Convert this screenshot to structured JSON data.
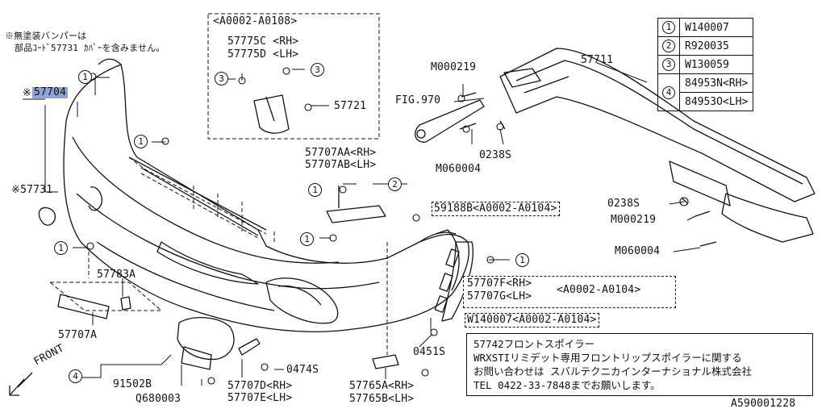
{
  "note_top": [
    "※無塗装バンパーは",
    "部品ｺｰﾄﾞ57731 ｶﾊﾞｰを含みません。"
  ],
  "reference_table": [
    {
      "num": "1",
      "part": "W140007"
    },
    {
      "num": "2",
      "part": "R920035"
    },
    {
      "num": "3",
      "part": "W130059"
    },
    {
      "num": "4",
      "part": "84953N<RH>"
    },
    {
      "num": "",
      "part": "84953O<LH>"
    }
  ],
  "labels": {
    "p57704": "57704",
    "p57704_mark": "※",
    "p57731": "※57731",
    "serial_range_a": "<A0002-A0108>",
    "p57775c": "57775C <RH>",
    "p57775d": "57775D <LH>",
    "p57721": "57721",
    "p57707aa": "57707AA<RH>",
    "p57707ab": "57707AB<LH>",
    "p59188b": "59188B<A0002-A0104>",
    "p57711": "57711",
    "m000219_top": "M000219",
    "fig970": "FIG.970",
    "p0238s_top": "0238S",
    "m060004_top": "M060004",
    "p0238s_right": "0238S",
    "m000219_right": "M000219",
    "m060004_right": "M060004",
    "p57707f": "57707F<RH>",
    "p57707g": "57707G<LH>",
    "serial_range_fg": "<A0002-A0104>",
    "w140007_range": "W140007<A0002-A0104>",
    "p0451s": "0451S",
    "p57783a": "57783A",
    "p57707a": "57707A",
    "p91502b": "91502B",
    "q680003": "Q680003",
    "p57707d": "57707D<RH>",
    "p57707e": "57707E<LH>",
    "p0474s": "0474S",
    "p57765a": "57765A<RH>",
    "p57765b": "57765B<LH>",
    "front": "FRONT",
    "diagram_id": "A590001228"
  },
  "callouts": [
    "1",
    "2",
    "3",
    "4"
  ],
  "note_box": [
    "57742フロントスポイラー",
    "WRXSTIリミデット専用フロントリップスポイラーに関する",
    "お問い合わせは スバルテクニカインターナショナル株式会社",
    "TEL 0422-33-7848までお願いします。"
  ],
  "colors": {
    "highlight": "#8fa4d6",
    "ink": "#111111"
  }
}
